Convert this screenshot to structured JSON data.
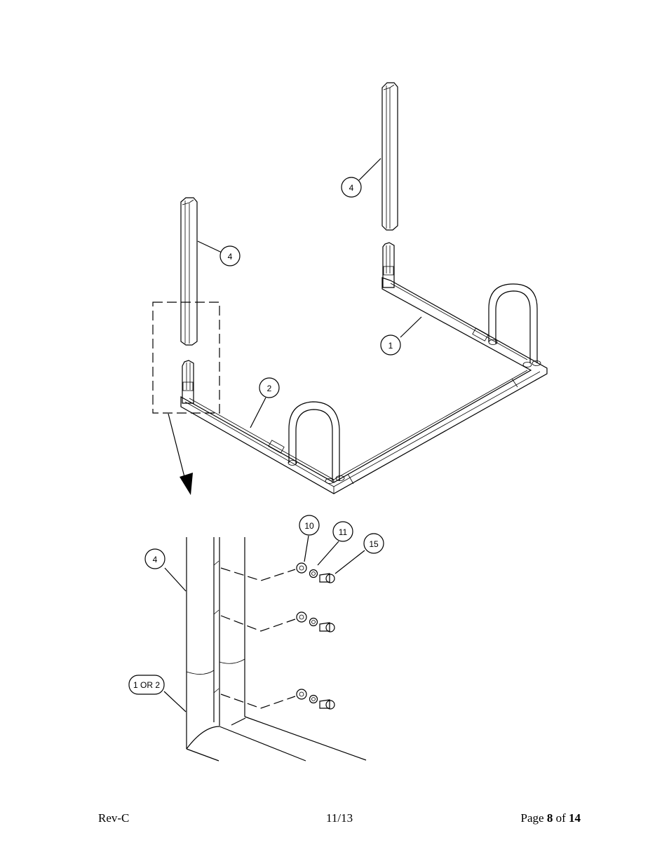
{
  "callouts": {
    "upper_right_post": "4",
    "upper_left_post": "4",
    "right_side_rail": "1",
    "left_side_rail": "2",
    "detail_post": "4",
    "detail_rail": "1 OR 2",
    "flat_washer": "10",
    "lock_washer": "11",
    "bolt": "15"
  },
  "footer": {
    "revision": "Rev-C",
    "date": "11/13",
    "page_prefix": "Page",
    "page_number": "8",
    "page_of": "of",
    "page_total": "14"
  }
}
